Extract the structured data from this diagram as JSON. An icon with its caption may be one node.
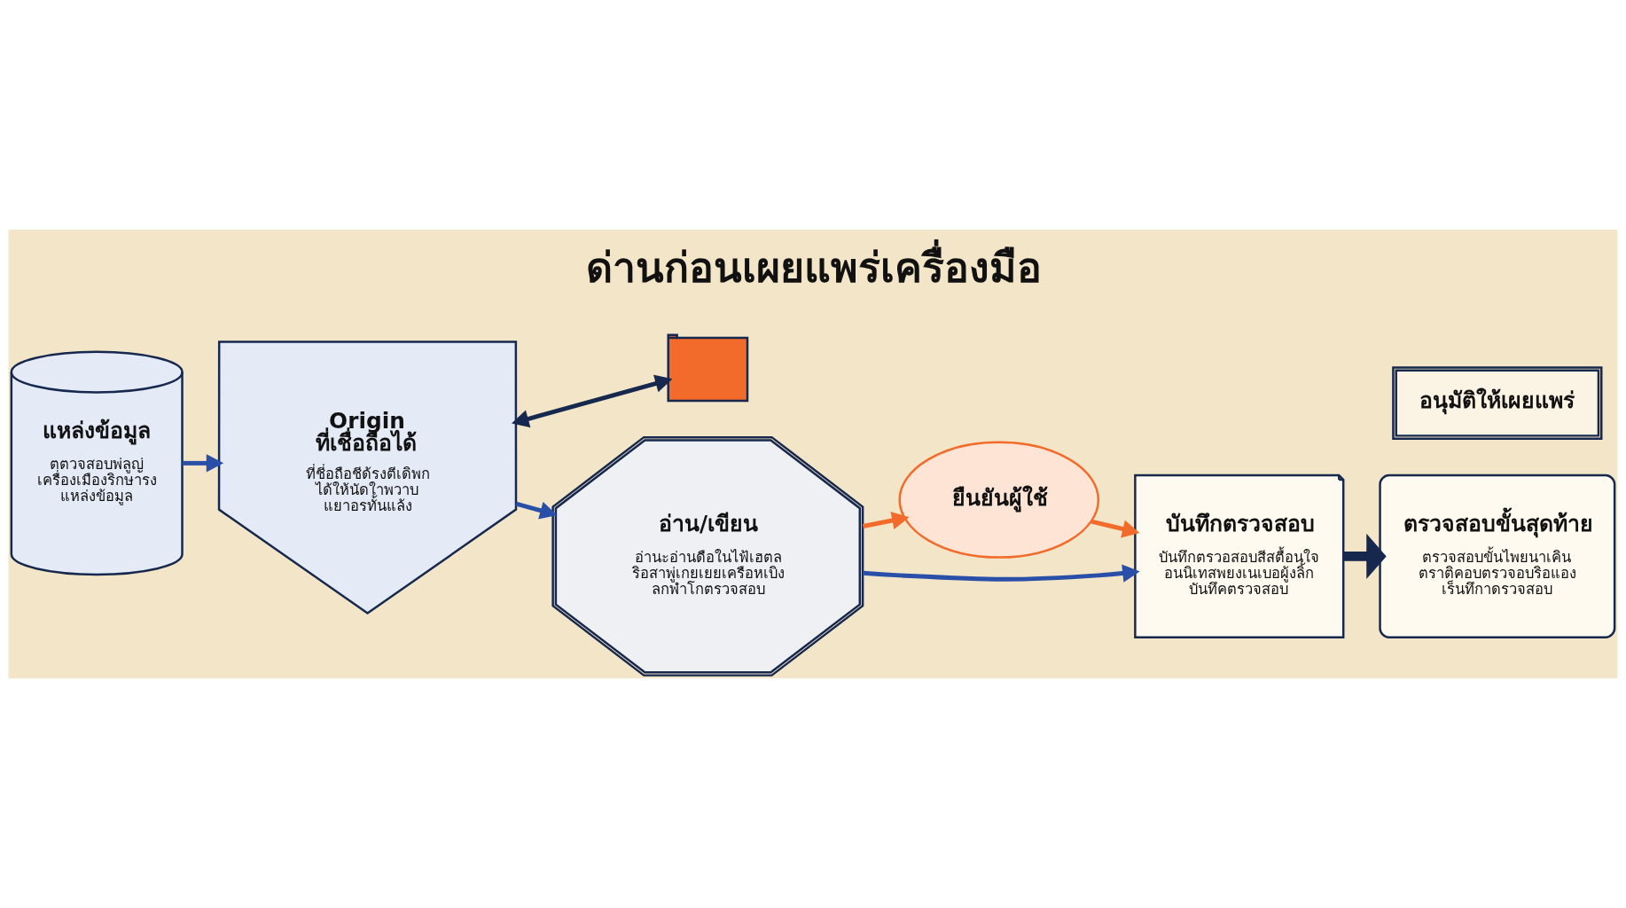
{
  "diagram": {
    "title": "ด่านก่อนเผยแพร่เครื่องมือ",
    "nodes": [
      {
        "text": [
          "แหล่งข้อมูล",
          "ตตวจสอบพ่ลูญ่ เครื่องเมืองริกษารง แหล่งข้อมูล"
        ]
      },
      {
        "text": [],
        "shape": "picture"
      },
      {
        "text": [
          "Origin ที่เชื่อถือได้",
          "ที่ชี่อถือชีด้รงตีเดิพก ได้ให้นัดใาพวาบ แยาอรทั้นแล้ง"
        ]
      },
      {
        "text": [
          "อ่าน/เขียน",
          "อ่านะอ่านดือในไฟ้เฮตล ริอสาพู่เกยเยยเครือหเบิง ลกพำโกตรวจสอบ"
        ]
      },
      {
        "text": [
          "ยืนยันผู้ใช้"
        ]
      },
      {
        "text": [
          "บันทึกตรวจสอบ",
          "บันทึกตรวอสอบสีสตื้อนใจ อนนิเทสพยงเนเบอผู้งลิ้ก บันทึคตรวจสอบ"
        ]
      },
      {
        "text": [
          "อนุมัติให้เผยแพร่"
        ]
      },
      {
        "text": [
          "ตรวจสอบขั้นสุดท้าย",
          "ตรวจสอบขั้นไพยนาเคิน ตราติคอบตรวจอบริอแอง เร็นทึกาดรวจสอบ"
        ]
      }
    ],
    "edges": [
      {
        "from": 0,
        "to": 2,
        "arrow": "to"
      },
      {
        "from": 2,
        "to": 1,
        "arrow": "both",
        "color": "#16284d"
      },
      {
        "from": 2,
        "to": 3,
        "arrow": "to"
      },
      {
        "from": 3,
        "to": 4,
        "arrow": "to",
        "color": "#f26b2a"
      },
      {
        "from": 4,
        "to": 5,
        "arrow": "to",
        "color": "#f26b2a"
      },
      {
        "from": 3,
        "to": 5,
        "arrow": "to"
      },
      {
        "from": 5,
        "to": 7,
        "arrow": "to",
        "style": "thick",
        "color": "#16284d"
      }
    ]
  }
}
